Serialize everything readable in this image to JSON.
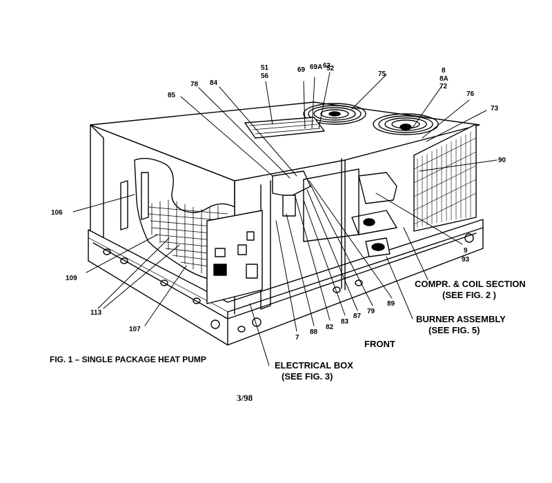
{
  "figure_caption": "FIG. 1 – SINGLE PACKAGE HEAT PUMP",
  "date_code": "3/98",
  "front_label": "FRONT",
  "callouts": {
    "c51": "51",
    "c56": "56",
    "c69": "69",
    "c69a": "69A",
    "c63": "63",
    "c52": "52",
    "c75": "75",
    "c8": "8",
    "c8a": "8A",
    "c72": "72",
    "c76": "76",
    "c73": "73",
    "c90": "90",
    "c85": "85",
    "c78": "78",
    "c84": "84",
    "c106": "106",
    "c109": "109",
    "c113": "113",
    "c107": "107",
    "c7": "7",
    "c88": "88",
    "c82": "82",
    "c83": "83",
    "c87": "87",
    "c79": "79",
    "c89": "89",
    "c9": "9",
    "c93": "93"
  },
  "sections": {
    "compr_coil": {
      "line1": "COMPR. & COIL SECTION",
      "line2": "(SEE FIG. 2 )"
    },
    "burner": {
      "line1": "BURNER ASSEMBLY",
      "line2": "(SEE FIG. 5)"
    },
    "electrical": {
      "line1": "ELECTRICAL BOX",
      "line2": "(SEE FIG. 3)"
    }
  }
}
